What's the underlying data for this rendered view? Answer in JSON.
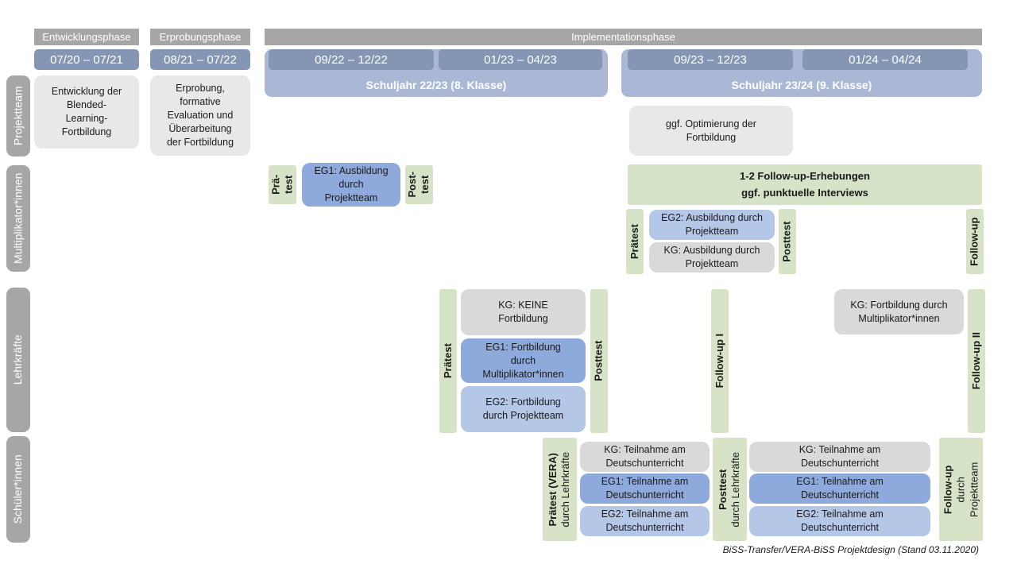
{
  "slide": {
    "footer": "BiSS-Transfer/VERA-BiSS Projektdesign (Stand 03.11.2020)"
  },
  "colors": {
    "phase_bar_gray": "#a6a6a6",
    "period_bar_blue": "#8496b4",
    "school_year_blue": "#aab8d5",
    "info_box_gray": "#e9e8e8",
    "kg_box_gray": "#d9d9d9",
    "eg1_box_blue": "#8ea9db",
    "eg2_box_blue": "#b4c7e7",
    "test_box_green": "#d7e3c6",
    "text_white": "#ffffff",
    "text_dark": "#1a1a1a"
  },
  "phases": {
    "development": "Entwicklungsphase",
    "piloting": "Erprobungsphase",
    "implementation": "Implementationsphase"
  },
  "periods": {
    "p1": "07/20 – 07/21",
    "p2": "08/21 – 07/22",
    "p3": "09/22 – 12/22",
    "p4": "01/23 – 04/23",
    "p5": "09/23 – 12/23",
    "p6": "01/24 – 04/24"
  },
  "school_years": {
    "y1": "Schuljahr 22/23 (8. Klasse)",
    "y2": "Schuljahr 23/24 (9. Klasse)"
  },
  "row_labels": {
    "projektteam": "Projektteam",
    "multiplikatoren": "Multiplikator*innen",
    "lehrkraefte": "Lehrkräfte",
    "schueler": "Schüler*innen"
  },
  "projektteam": {
    "entwicklung": {
      "lines": [
        "Entwicklung der",
        "Blended-",
        "Learning-",
        "Fortbildung"
      ]
    },
    "erprobung": {
      "lines": [
        "Erprobung,",
        "formative",
        "Evaluation und",
        "Überarbeitung",
        "der Fortbildung"
      ]
    },
    "optimierung": {
      "lines": [
        "ggf. Optimierung der",
        "Fortbildung"
      ]
    }
  },
  "multiplikatoren": {
    "praetest1": {
      "lines": [
        "Prä-",
        "test"
      ]
    },
    "eg1": {
      "lines": [
        "EG1: Ausbildung",
        "durch",
        "Projektteam"
      ]
    },
    "posttest1": {
      "lines": [
        "Post-",
        "test"
      ]
    },
    "followup_info": {
      "lines": [
        "1-2 Follow-up-Erhebungen",
        "ggf. punktuelle Interviews"
      ]
    },
    "praetest2": "Prätest",
    "eg2": {
      "lines": [
        "EG2: Ausbildung durch",
        "Projektteam"
      ]
    },
    "kg": {
      "lines": [
        "KG: Ausbildung durch",
        "Projektteam"
      ]
    },
    "posttest2": "Posttest",
    "followup": "Follow-up"
  },
  "lehrkraefte": {
    "praetest": "Prätest",
    "kg1": {
      "lines": [
        "KG: KEINE",
        "Fortbildung"
      ]
    },
    "eg1": {
      "lines": [
        "EG1: Fortbildung",
        "durch",
        "Multiplikator*innen"
      ]
    },
    "eg2": {
      "lines": [
        "EG2: Fortbildung",
        "durch Projektteam"
      ]
    },
    "posttest": "Posttest",
    "followup1": "Follow-up I",
    "kg2": {
      "lines": [
        "KG: Fortbildung durch",
        "Multiplikator*innen"
      ]
    },
    "followup2": "Follow-up II"
  },
  "schueler": {
    "praetest": {
      "lines": [
        "Prätest (VERA)",
        "durch Lehrkräfte"
      ]
    },
    "kg_a": {
      "lines": [
        "KG: Teilnahme am",
        "Deutschunterricht"
      ]
    },
    "eg1_a": {
      "lines": [
        "EG1: Teilnahme am",
        "Deutschunterricht"
      ]
    },
    "eg2_a": {
      "lines": [
        "EG2: Teilnahme am",
        "Deutschunterricht"
      ]
    },
    "posttest": {
      "lines": [
        "Posttest",
        "durch Lehrkräfte"
      ]
    },
    "kg_b": {
      "lines": [
        "KG: Teilnahme am",
        "Deutschunterricht"
      ]
    },
    "eg1_b": {
      "lines": [
        "EG1: Teilnahme am",
        "Deutschunterricht"
      ]
    },
    "eg2_b": {
      "lines": [
        "EG2: Teilnahme am",
        "Deutschunterricht"
      ]
    },
    "followup": {
      "lines": [
        "Follow-up",
        "durch",
        "Projektteam"
      ]
    }
  }
}
